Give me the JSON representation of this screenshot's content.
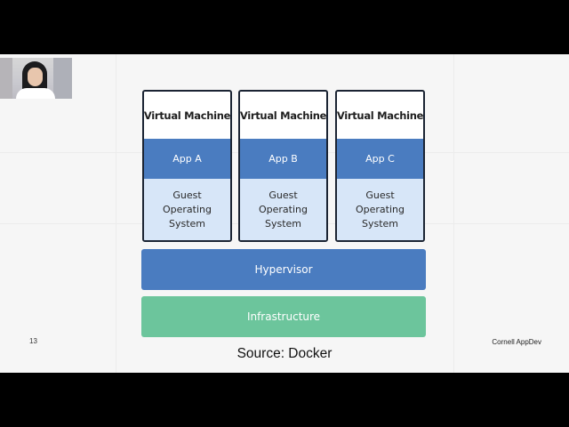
{
  "slide": {
    "page_number": "13",
    "brand": "Cornell AppDev",
    "caption": "Source: Docker"
  },
  "diagram": {
    "virtual_machines": [
      {
        "title": "Virtual Machine",
        "app": "App A",
        "os_lines": [
          "Guest",
          "Operating",
          "System"
        ]
      },
      {
        "title": "Virtual Machine",
        "app": "App B",
        "os_lines": [
          "Guest",
          "Operating",
          "System"
        ]
      },
      {
        "title": "Virtual Machine",
        "app": "App C",
        "os_lines": [
          "Guest",
          "Operating",
          "System"
        ]
      }
    ],
    "hypervisor_label": "Hypervisor",
    "infrastructure_label": "Infrastructure"
  },
  "colors": {
    "app_blue": "#4a7cc0",
    "os_light_blue": "#d7e6f8",
    "infra_green": "#6cc59c",
    "vm_border": "#1b2433"
  },
  "webcam": {
    "icon": "presenter-video-thumbnail"
  }
}
